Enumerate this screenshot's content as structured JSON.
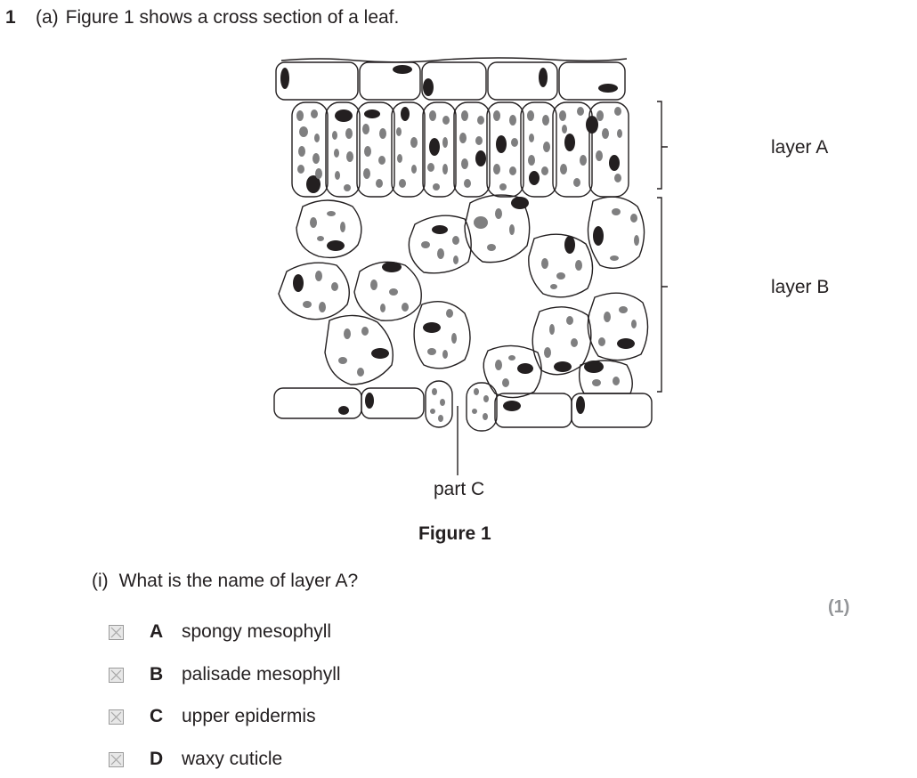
{
  "question": {
    "number": "1",
    "part": "(a)",
    "text": "Figure 1 shows a cross section of a leaf."
  },
  "figure": {
    "labels": {
      "layer_a": "layer A",
      "layer_b": "layer B",
      "part_c": "part C"
    },
    "caption": "Figure 1"
  },
  "subquestion": {
    "number": "(i)",
    "text": "What is the name of layer A?",
    "marks": "(1)",
    "options": [
      {
        "letter": "A",
        "text": "spongy mesophyll"
      },
      {
        "letter": "B",
        "text": "palisade mesophyll"
      },
      {
        "letter": "C",
        "text": "upper epidermis"
      },
      {
        "letter": "D",
        "text": "waxy cuticle"
      }
    ]
  }
}
